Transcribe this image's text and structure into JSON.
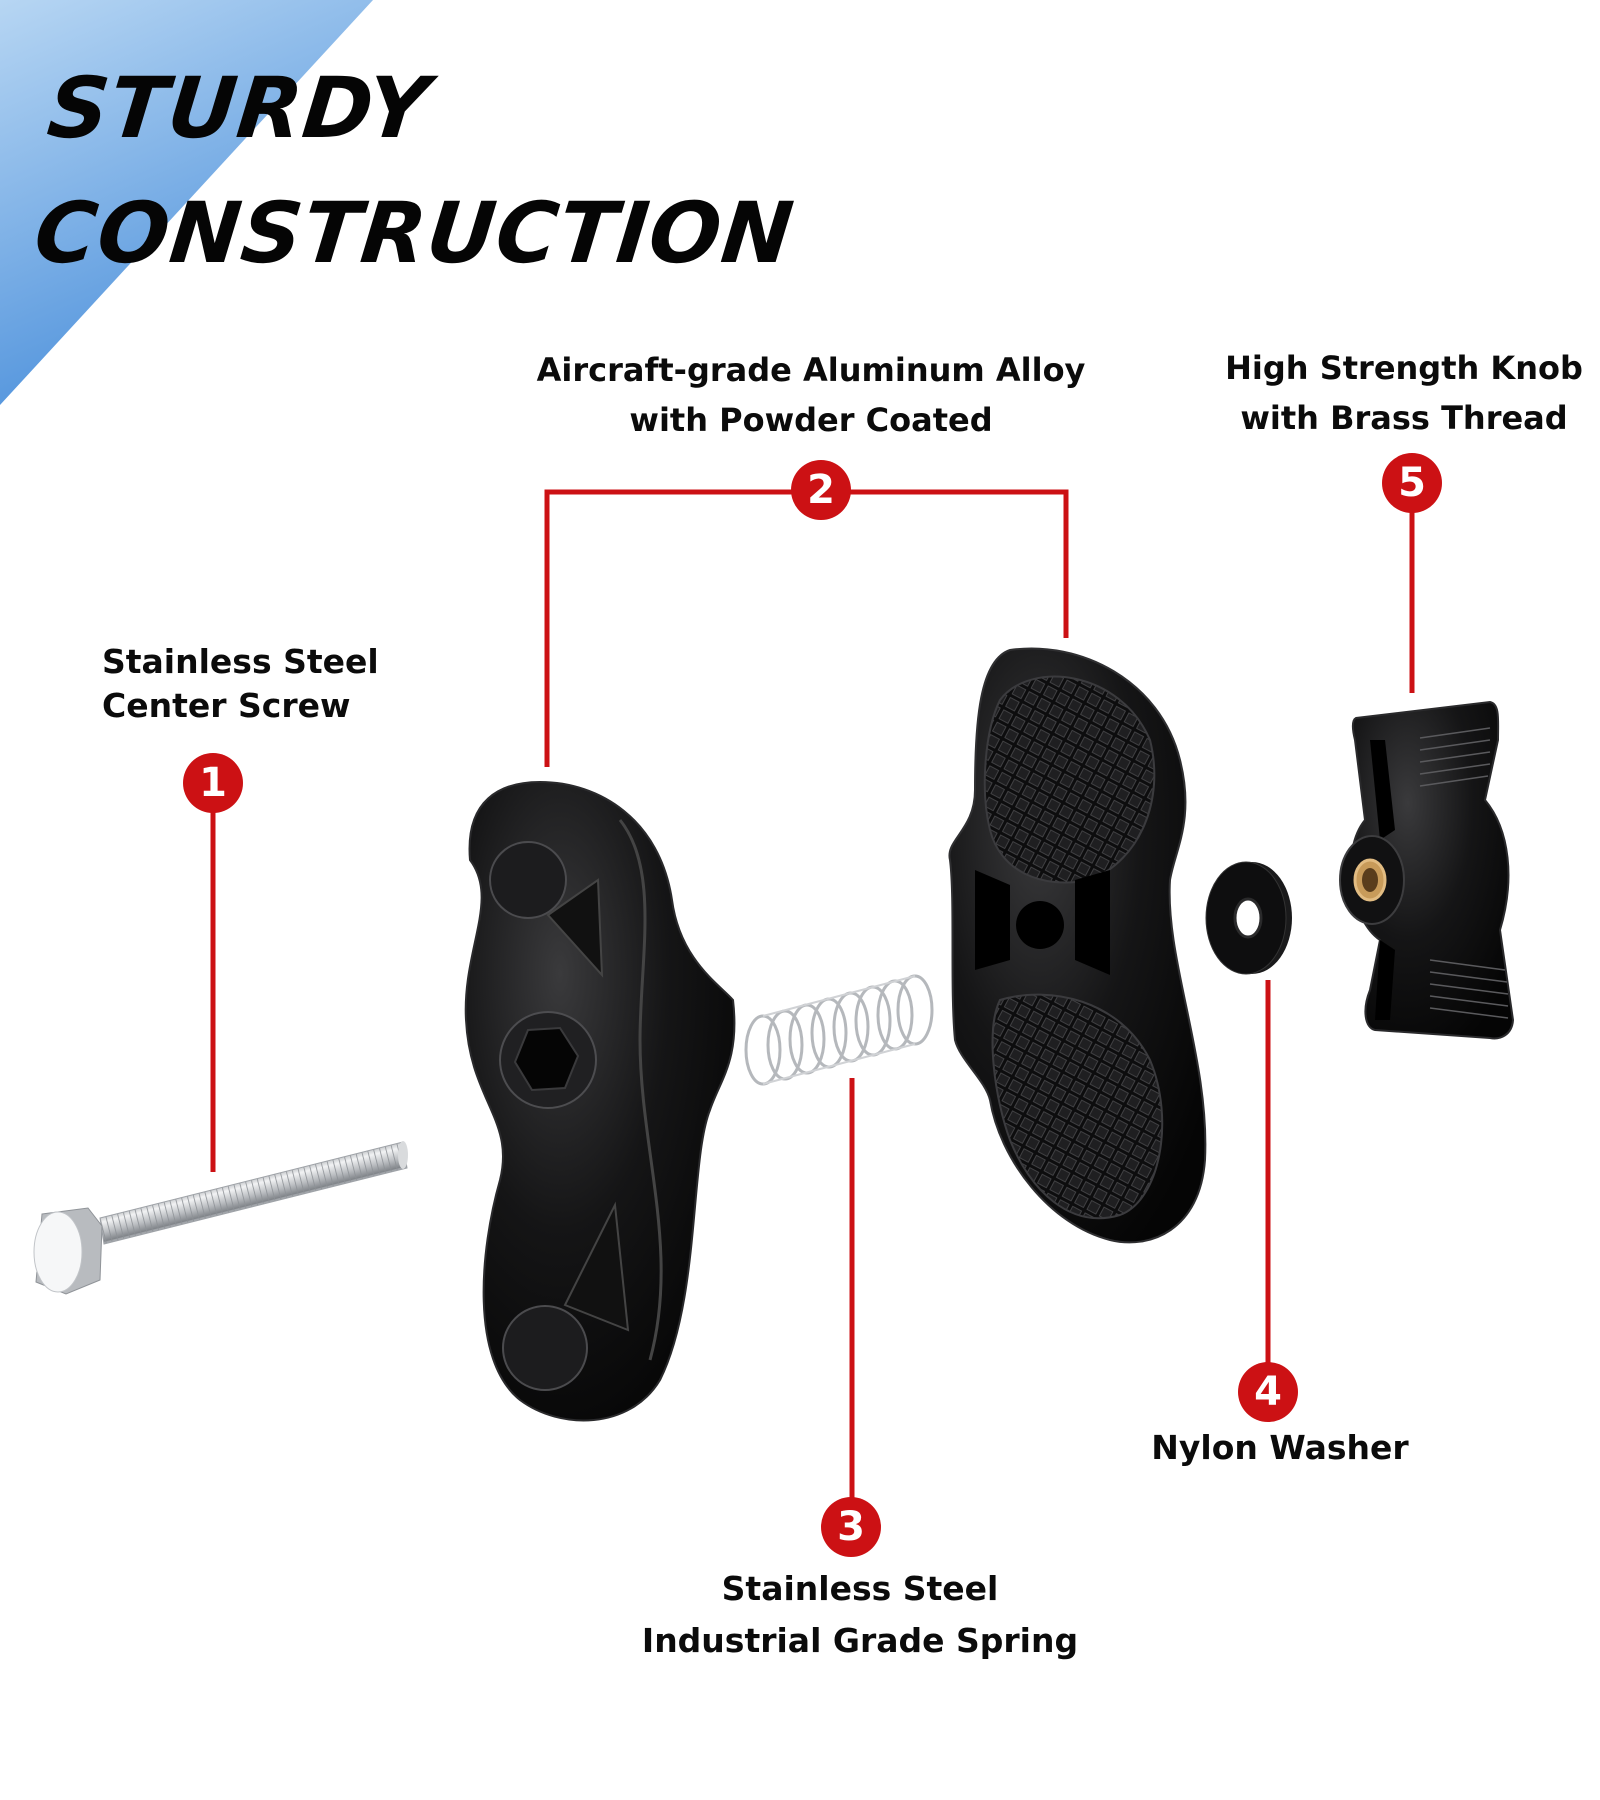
{
  "header": {
    "title_line1": "STURDY",
    "title_line2": "CONSTRUCTION"
  },
  "colors": {
    "accent_red": "#cc1114",
    "banner_blue_light": "#b7d6f3",
    "banner_blue_dark": "#4a8fdb",
    "text": "#0b0b0b"
  },
  "parts": [
    {
      "number": "1",
      "line1": "Stainless Steel",
      "line2": "Center Screw",
      "icon": "bolt-icon"
    },
    {
      "number": "2",
      "line1": "Aircraft-grade Aluminum Alloy",
      "line2": "with Powder Coated",
      "icon": "mount-arm-icon"
    },
    {
      "number": "3",
      "line1": "Stainless Steel",
      "line2": "Industrial Grade Spring",
      "icon": "spring-icon"
    },
    {
      "number": "4",
      "line1": "Nylon Washer",
      "icon": "washer-icon"
    },
    {
      "number": "5",
      "line1": "High Strength Knob",
      "line2": "with Brass Thread",
      "icon": "knob-icon"
    }
  ]
}
